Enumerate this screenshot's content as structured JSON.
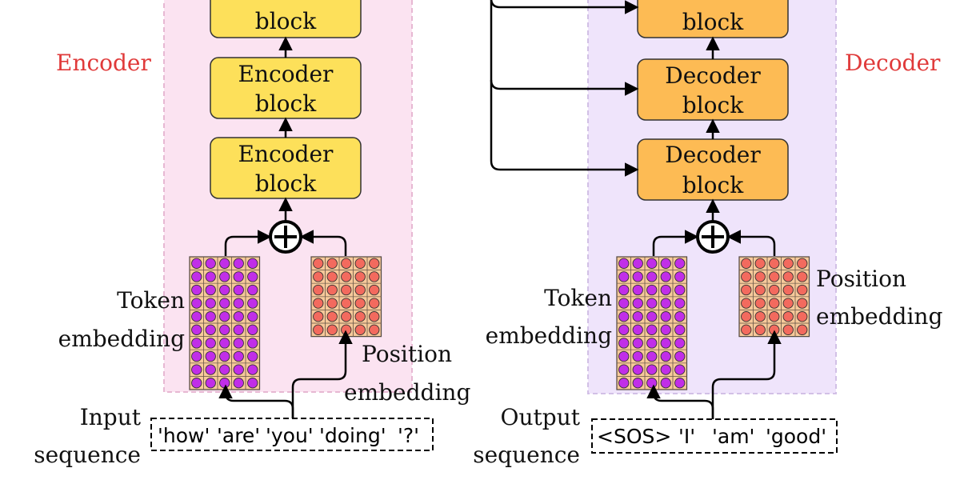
{
  "encoder": {
    "title": "Encoder",
    "block_line1": "Encoder",
    "block_line2": "block",
    "token_embedding": [
      "Token",
      "embedding"
    ],
    "position_embedding": [
      "Position",
      "embedding"
    ],
    "input_label": [
      "Input",
      "sequence"
    ],
    "tokens": [
      "'how'",
      "'are'",
      "'you'",
      "'doing'",
      "'?'"
    ]
  },
  "decoder": {
    "title": "Decoder",
    "block_line1": "Decoder",
    "block_line2": "block",
    "token_embedding": [
      "Token",
      "embedding"
    ],
    "position_embedding": [
      "Position",
      "embedding"
    ],
    "output_label": [
      "Output",
      "sequence"
    ],
    "tokens": [
      "<SOS>",
      "'I'",
      "'am'",
      "'good'"
    ]
  },
  "colors": {
    "encoder_region": "#fbe3f1",
    "decoder_region": "#efe4fb",
    "encoder_block": "#fde05a",
    "decoder_block": "#fdbb54",
    "token_dot": "#c12ee8",
    "position_dot": "#f36a5e",
    "grid_bg": "#f7c99a",
    "accent_red": "#e03a3a"
  }
}
